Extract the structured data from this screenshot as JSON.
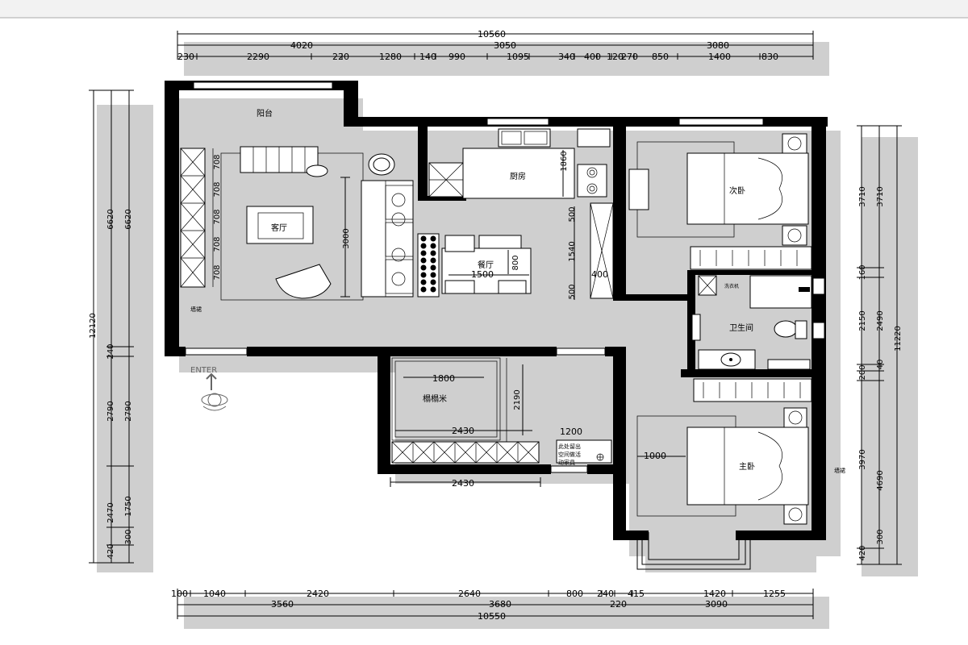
{
  "dims": {
    "top_total": "10560",
    "top_mid": [
      "4020",
      "3050",
      "3080"
    ],
    "top_detail": [
      "230",
      "2290",
      "220",
      "1280",
      "140",
      "990",
      "1095",
      "340",
      "400",
      "120",
      "270",
      "850",
      "1400",
      "830"
    ],
    "bottom_total": "10550",
    "bottom_mid": [
      "3560",
      "3680",
      "220",
      "3090"
    ],
    "bottom_detail": [
      "100",
      "1040",
      "2420",
      "2640",
      "800",
      "240",
      "415",
      "1420",
      "1255"
    ],
    "left_outer": [
      "6620",
      "12120",
      "240",
      "2790",
      "2470",
      "420"
    ],
    "left_inner": [
      "6620",
      "2790",
      "1750",
      "300"
    ],
    "right_inner": [
      "3710",
      "160",
      "2150",
      "200",
      "3970",
      "420"
    ],
    "right_outer": [
      "3710",
      "2490",
      "40",
      "11220",
      "4690",
      "300"
    ],
    "interior": {
      "living_height": "3000",
      "wardrobe": [
        "708",
        "708",
        "708",
        "708",
        "708"
      ],
      "kitchen_w": "1860",
      "dining_seg": [
        "500",
        "1540",
        "500"
      ],
      "dining_w": "1500",
      "dining_h": "800",
      "dining_400": "400",
      "tatami_w": "1800",
      "tatami_h": "2190",
      "tatami_l": "2430",
      "tatami_bottom": "2430",
      "storage": "1200",
      "master_1000": "1000"
    }
  },
  "rooms": {
    "balcony": "阳台",
    "living": "客厅",
    "kitchen": "厨房",
    "dining": "餐厅",
    "second_bedroom": "次卧",
    "bathroom": "卫生间",
    "tatami": "榻榻米",
    "master_bedroom": "主卧"
  },
  "labels": {
    "wall_left": "墙裙",
    "wall_right": "墙裙",
    "washer": "洗衣机",
    "reserve_note": [
      "此处留出",
      "空间做活",
      "动家具"
    ],
    "enter": "ENTER"
  }
}
